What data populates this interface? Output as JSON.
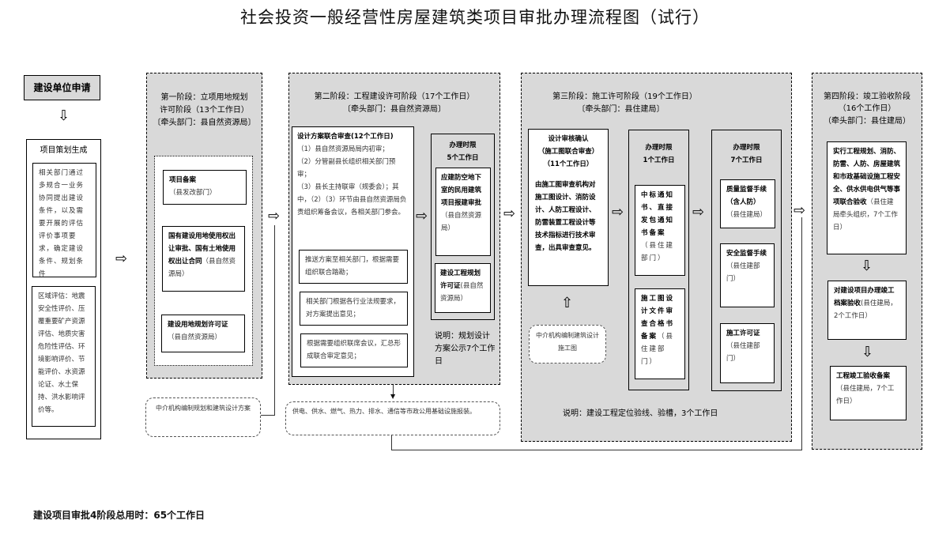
{
  "title": "社会投资一般经营性房屋建筑类项目审批办理流程图（试行）",
  "start": {
    "label": "建设单位申请"
  },
  "planning": {
    "title": "项目策划生成",
    "box1": "相关部门通过多规合一业务协同提出建设条件，以及需要开展的评估评价事项要求，确定建设条件、规划条件",
    "box2": "区域评估：地震安全性评价、压覆重要矿产资源评估、地质灾害危险性评估、环境影响评价、节能评价、水资源论证、水土保持、洪水影响评价等。"
  },
  "phase1": {
    "title1": "第一阶段：立项用地规划",
    "title2": "许可阶段（13个工作日）",
    "dept": "〔牵头部门：县自然资源局〕",
    "items": [
      {
        "bold": "项目备案",
        "rest": "（县发改部门）"
      },
      {
        "bold": "国有建设用地使用权出让审批、国有土地使用权出让合同",
        "rest": "（县自然资源局）"
      },
      {
        "bold": "建设用地规划许可证",
        "rest": "（县自然资源局）"
      }
    ],
    "agency": "中介机构编制规划和建筑设计方案"
  },
  "phase2": {
    "title": "第二阶段：工程建设许可阶段（17个工作日）",
    "dept": "〔牵头部门：县自然资源局〕",
    "review_title": "设计方案联合审查(12个工作日)",
    "review_lines": [
      "（1）县自然资源局局内初审；",
      "（2）分管副县长组织相关部门预审；",
      "（3）县长主持联审（规委会）；其中，（2）（3）环节由县自然资源局负责组织筹备会议，各相关部门参会。"
    ],
    "steps": [
      "推送方案至相关部门，根据需要组织联合踏勘；",
      "相关部门根据各行业法规要求，对方案提出意见；",
      "根据需要组织联席会议，汇总形成联合审定意见；"
    ],
    "limit_title": "办理时限",
    "limit_days": "5个工作日",
    "limit_items": [
      {
        "bold": "应建防空地下室的民用建筑项目报建审批",
        "rest": "（县自然资源局）"
      },
      {
        "bold": "建设工程规划许可证",
        "rest": "(县自然资源局）"
      }
    ],
    "note": "说明：规划设计方案公示7个工作日",
    "utilities": "供电、供水、燃气、热力、排水、通信等市政公用基础设施报装。"
  },
  "phase3": {
    "title": "第三阶段：施工许可阶段（19个工作日）",
    "dept": "〔牵头部门：县住建局〕",
    "review_title": "设计审核确认",
    "review_sub": "（施工图联合审查）",
    "review_days": "（11个工作日）",
    "review_body": "由施工图审查机构对施工图设计、消防设计、人防工程设计、防雷装置工程设计等技术指标进行技术审查，出具审查意见。",
    "agency": "中介机构编制建筑设计施工图",
    "col1": {
      "title": "办理时限",
      "days": "1个工作日",
      "items": [
        {
          "bold": "中标通知书、直接发包通知书备案",
          "rest": "（县住建部门）"
        },
        {
          "bold": "施工图设计文件审查合格书备案",
          "rest": "（县住建部门）"
        }
      ]
    },
    "col2": {
      "title": "办理时限",
      "days": "7个工作日",
      "items": [
        {
          "bold": "质量监督手续（含人防）",
          "rest": "（县住建局）"
        },
        {
          "bold": "安全监督手续",
          "rest": "（县住建部门）"
        },
        {
          "bold": "施工许可证",
          "rest": "（县住建部门）"
        }
      ]
    },
    "note": "说明：建设工程定位验线、验槽，3个工作日"
  },
  "phase4": {
    "title1": "第四阶段：竣工验收阶段",
    "title2": "（16个工作日）",
    "dept": "（牵头部门：县住建局）",
    "items": [
      {
        "bold": "实行工程规划、消防、防雷、人防、房屋建筑和市政基础设施工程安全、供水供电供气等事项联合验收",
        "rest": "（县住建局牵头组织，7个工作日）"
      },
      {
        "bold": "对建设项目办理竣工档案验收",
        "rest": "(县住建局，2个工作日）"
      },
      {
        "bold": "工程竣工验收备案",
        "rest": "（县住建局，7个工作日）"
      }
    ]
  },
  "footer": "建设项目审批4阶段总用时：65个工作日"
}
